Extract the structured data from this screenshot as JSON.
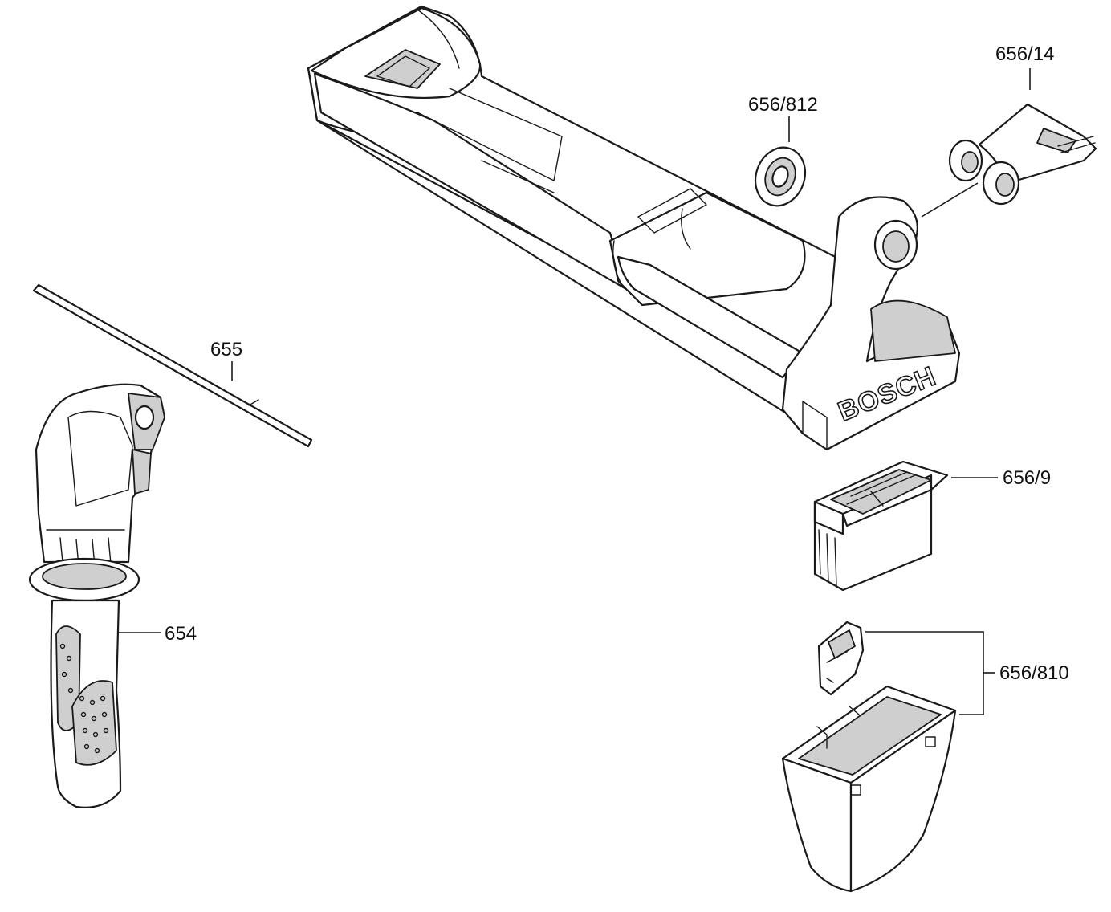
{
  "callouts": {
    "p656_14": "656/14",
    "p656_812": "656/812",
    "p655": "655",
    "p654": "654",
    "p656_9": "656/9",
    "p656_810": "656/810"
  },
  "branding": {
    "logo_text": "BOSCH"
  }
}
